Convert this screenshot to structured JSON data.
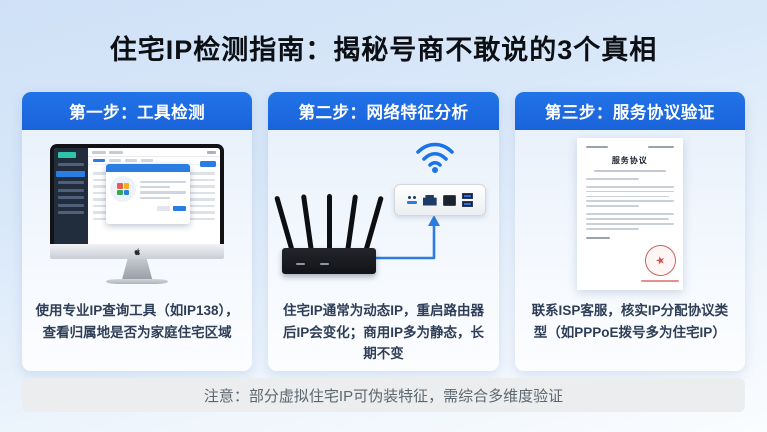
{
  "page": {
    "title": "住宅IP检测指南：揭秘号商不敢说的3个真相",
    "note": "注意：部分虚拟住宅IP可伪装特征，需综合多维度验证"
  },
  "cards": [
    {
      "step": "第一步：工具检测",
      "description": "使用专业IP查询工具（如IP138），查看归属地是否为家庭住宅区域",
      "illustration": "imac-ip-lookup-dashboard"
    },
    {
      "step": "第二步：网络特征分析",
      "description": "住宅IP通常为动态IP，重启路由器后IP会变化；商用IP多为静态，长期不变",
      "illustration": "router-modem-wifi-connection"
    },
    {
      "step": "第三步：服务协议验证",
      "description": "联系ISP客服，核实IP分配协议类型（如PPPoE拨号多为住宅IP）",
      "illustration": "stamped-service-agreement-document"
    }
  ],
  "document": {
    "title": "服务协议"
  },
  "icons": {
    "wifi": "wifi-signal-icon",
    "apple": "apple-logo-icon",
    "stamp": "red-seal-stamp-icon"
  },
  "colors": {
    "accent_blue": "#1b6ae3",
    "wifi_blue": "#1a73e8",
    "stamp_red": "#cd342e",
    "note_bg": "#ebedee",
    "background_top": "#cfe1f7",
    "background_bottom": "#fafcfe"
  }
}
